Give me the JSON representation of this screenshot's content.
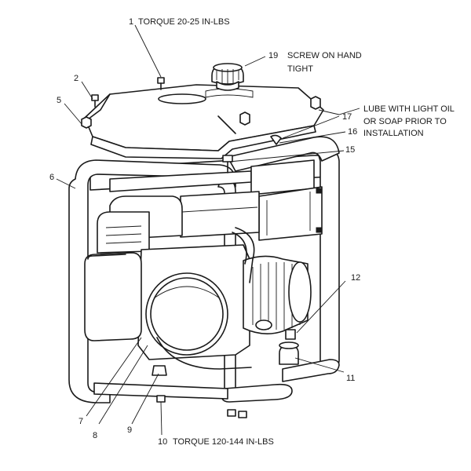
{
  "callouts": {
    "c1": {
      "num": "1",
      "text": "TORQUE 20-25 IN-LBS"
    },
    "c2": {
      "num": "2"
    },
    "c5": {
      "num": "5"
    },
    "c6": {
      "num": "6"
    },
    "c7": {
      "num": "7"
    },
    "c8": {
      "num": "8"
    },
    "c9": {
      "num": "9"
    },
    "c10": {
      "num": "10",
      "text": "TORQUE 120-144 IN-LBS"
    },
    "c11": {
      "num": "11"
    },
    "c12": {
      "num": "12"
    },
    "c15": {
      "num": "15"
    },
    "c16": {
      "num": "16"
    },
    "c17": {
      "num": "17",
      "text_lines": [
        "LUBE WITH LIGHT OIL",
        "OR SOAP PRIOR TO",
        "INSTALLATION"
      ]
    },
    "c19": {
      "num": "19",
      "text_lines": [
        "SCREW ON HAND",
        "TIGHT"
      ]
    }
  }
}
